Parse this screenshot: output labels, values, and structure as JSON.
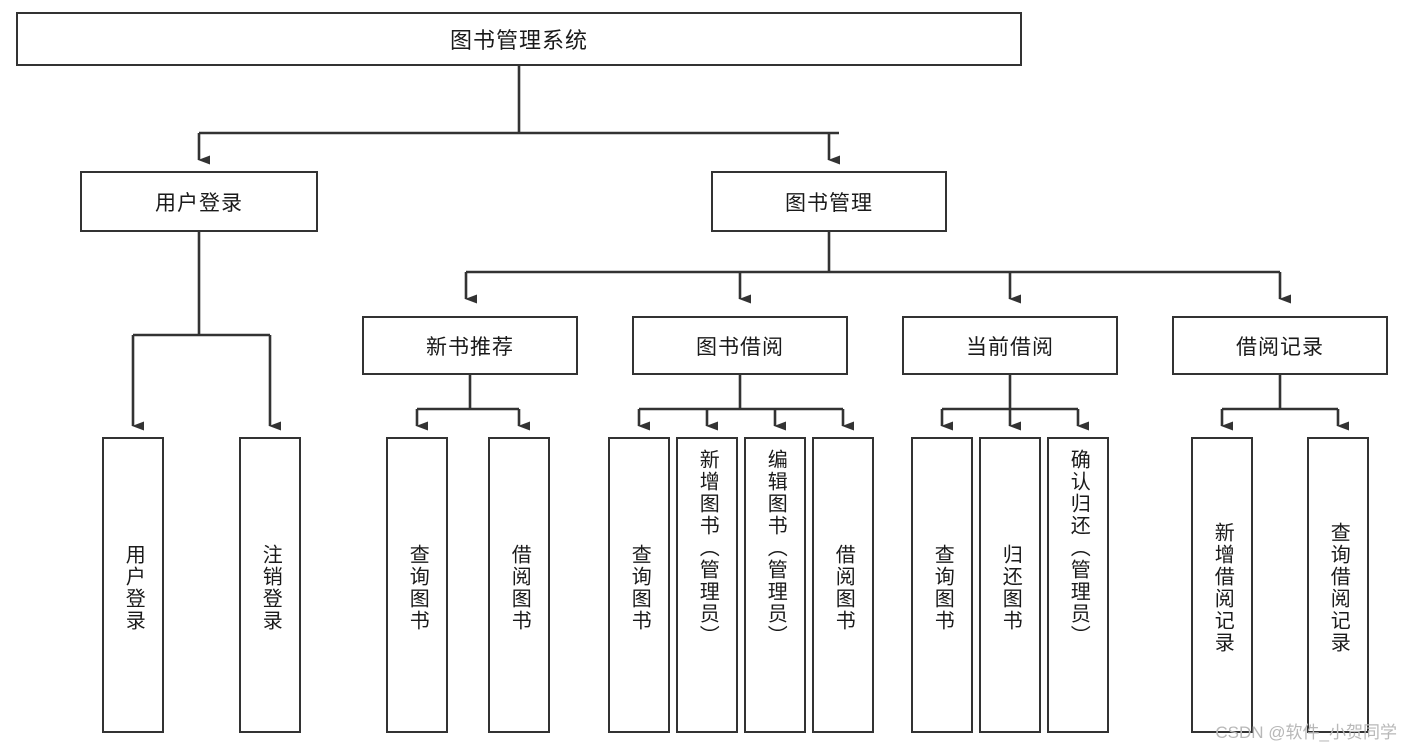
{
  "diagram": {
    "title": "图书管理系统",
    "type": "functional-structure-tree",
    "watermark": "CSDN @软件_小贺同学",
    "colors": {
      "box_border": "#333333",
      "box_fill": "#ffffff",
      "line": "#333333",
      "text": "#1a1a1a",
      "watermark": "#b8b8b8"
    },
    "root": {
      "label": "图书管理系统"
    },
    "level2": [
      {
        "label": "用户登录"
      },
      {
        "label": "图书管理"
      }
    ],
    "level3": [
      {
        "label": "新书推荐"
      },
      {
        "label": "图书借阅"
      },
      {
        "label": "当前借阅"
      },
      {
        "label": "借阅记录"
      }
    ],
    "leaves": {
      "user_login": [
        {
          "label": "用户登录"
        },
        {
          "label": "注销登录"
        }
      ],
      "new_book": [
        {
          "label": "查询图书"
        },
        {
          "label": "借阅图书"
        }
      ],
      "book_borrow": [
        {
          "label": "查询图书"
        },
        {
          "label": "新增图书（管理员）"
        },
        {
          "label": "编辑图书（管理员）"
        },
        {
          "label": "借阅图书"
        }
      ],
      "current_borrow": [
        {
          "label": "查询图书"
        },
        {
          "label": "归还图书"
        },
        {
          "label": "确认归还（管理员）"
        }
      ],
      "borrow_record": [
        {
          "label": "新增借阅记录"
        },
        {
          "label": "查询借阅记录"
        }
      ]
    }
  }
}
